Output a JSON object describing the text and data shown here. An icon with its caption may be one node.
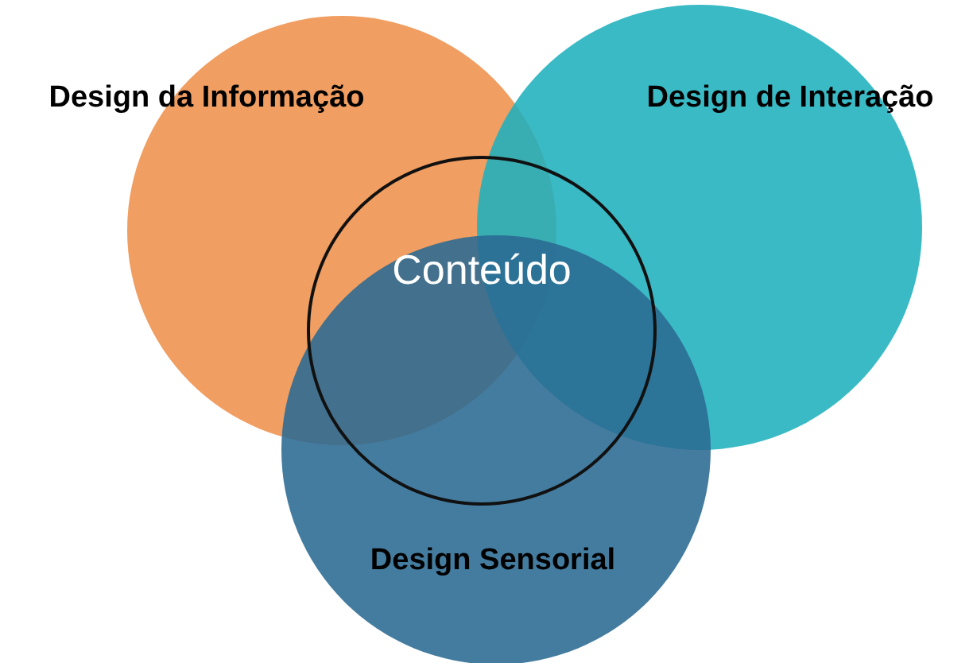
{
  "diagram": {
    "nodes": [
      {
        "text": [
          "Design da Informação"
        ]
      },
      {
        "text": [
          "Design de Interação"
        ]
      },
      {
        "text": [
          "Design Sensorial"
        ]
      },
      {
        "text": [
          "Conteúdo"
        ]
      }
    ]
  }
}
